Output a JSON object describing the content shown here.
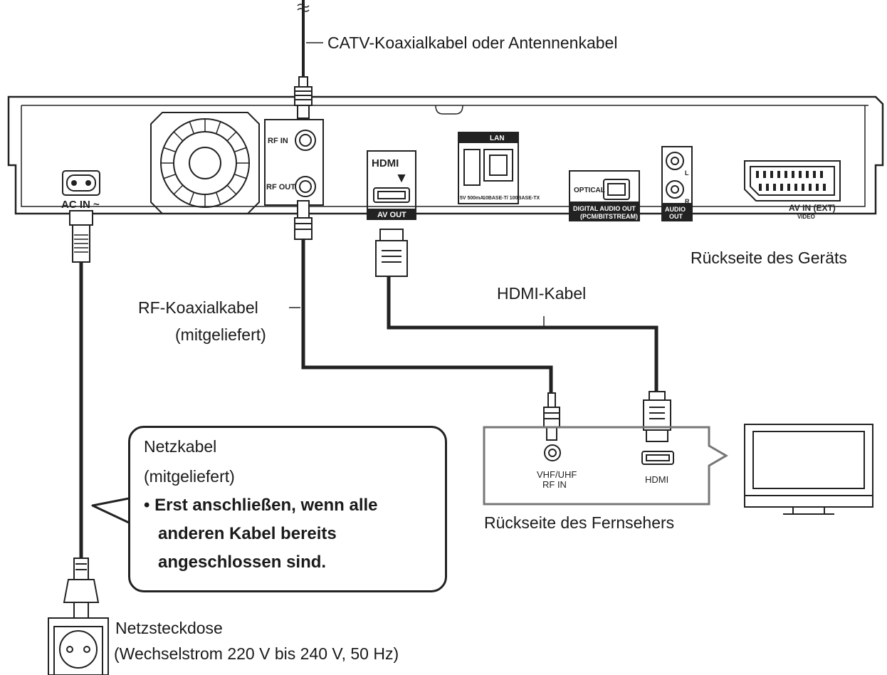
{
  "labels": {
    "catv_cable": "CATV-Koaxialkabel oder Antennenkabel",
    "device_back": "Rückseite des Geräts",
    "rf_cable_1": "RF-Koaxialkabel",
    "rf_cable_2": "(mitgeliefert)",
    "hdmi_cable": "HDMI-Kabel",
    "tv_back": "Rückseite des Fernsehers",
    "outlet_1": "Netzsteckdose",
    "outlet_2": "(Wechselstrom 220 V bis 240 V, 50 Hz)"
  },
  "callout": {
    "line1": "Netzkabel",
    "line2": "(mitgeliefert)",
    "bullet": "• Erst anschließen, wenn alle",
    "bullet2": "anderen Kabel bereits",
    "bullet3": "angeschlossen sind."
  },
  "device": {
    "ac_in": "AC IN ~",
    "rf_in": "RF IN",
    "rf_out": "RF OUT",
    "hdmi_logo": "HDMI",
    "av_out": "AV OUT",
    "lan": "LAN",
    "usb_rating": "5V 500mA",
    "lan_rating": "10BASE-T/ 100BASE-TX",
    "optical": "OPTICAL",
    "digital_audio_out": "DIGITAL AUDIO OUT",
    "pcm_bitstream": "(PCM/BITSTREAM)",
    "audio": "AUDIO",
    "out": "OUT",
    "l": "L",
    "r": "R",
    "av_in_ext": "AV IN (EXT)",
    "video": "VIDEO"
  },
  "tv_panel": {
    "vhf_uhf": "VHF/UHF",
    "rf_in": "RF IN",
    "hdmi": "HDMI"
  }
}
